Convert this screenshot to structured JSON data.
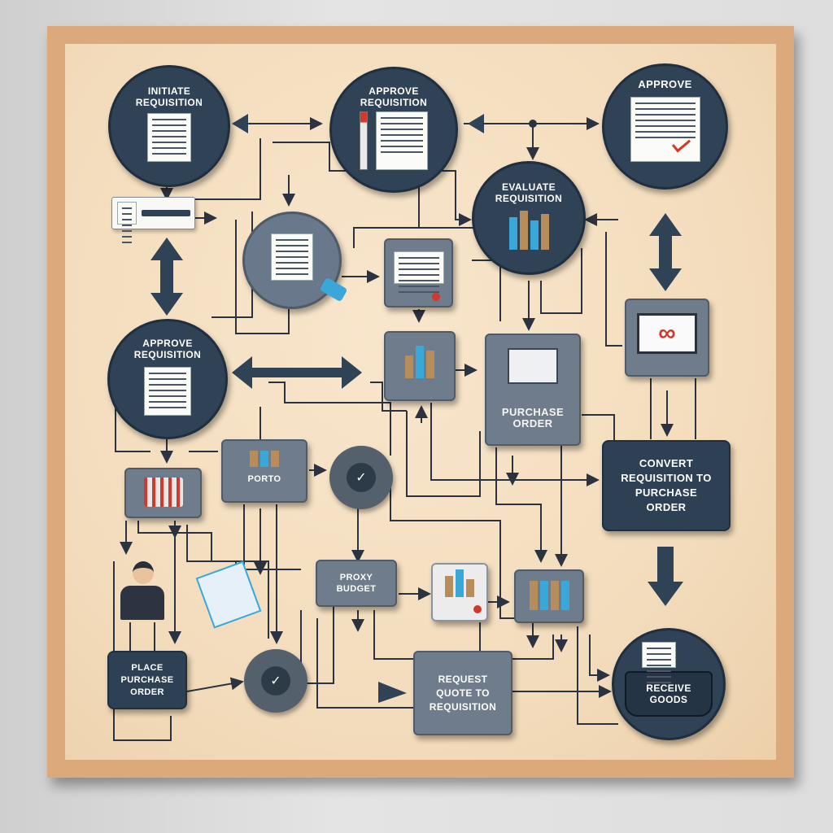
{
  "nodes": {
    "initiate": "INITIATE REQUISITION",
    "approve_requisition_top": "APPROVE REQUISITION",
    "approve": "APPROVE",
    "evaluate": "EVALUATE REQUISITION",
    "approve_requisition_mid": "APPROVE REQUISITION",
    "purchase_order": "PURCHASE ORDER",
    "convert": "CONVERT REQUISITION TO PURCHASE ORDER",
    "proxy_budget": "PROXY BUDGET",
    "small_box": "PORTO",
    "place_po": "PLACE PURCHASE ORDER",
    "request_quote": "REQUEST QUOTE TO REQUISITION",
    "receive_goods": "RECEIVE GOODS"
  },
  "colors": {
    "node_dark": "#2f4256",
    "node_grey": "#6f7c8b",
    "board_frame": "#dca97a",
    "board_surface": "#f3dcbc",
    "wire": "#2b3340",
    "accent_red": "#d0392b",
    "accent_blue": "#3aa7d9",
    "accent_tan": "#b78d5b"
  },
  "icons": [
    "document-icon",
    "pen-icon",
    "hand-pointer-icon",
    "chart-bars-icon",
    "infinity-monitor-icon",
    "gear-icon",
    "person-icon",
    "basket-icon",
    "envelope-icon"
  ]
}
